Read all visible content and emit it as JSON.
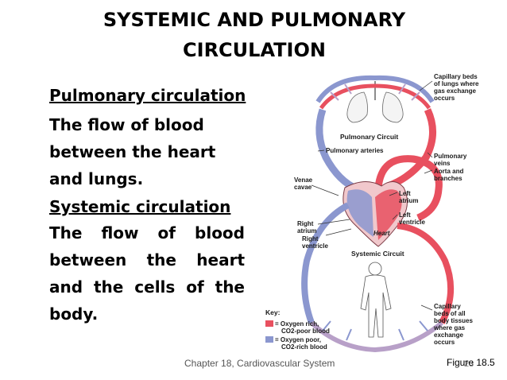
{
  "slide": {
    "title_line1": "SYSTEMIC AND PULMONARY",
    "title_line2": "CIRCULATION",
    "pulmonary_heading": "Pulmonary circulation",
    "pulmonary_text": "The flow of blood between the heart and lungs.",
    "systemic_heading": "Systemic  circulation",
    "systemic_text": "The flow of blood between the heart and the cells of the body.",
    "footer": "Chapter 18, Cardiovascular System",
    "page_number": "23",
    "figure_ref": "Figure 18.5"
  },
  "diagram": {
    "labels": {
      "capillary_lungs_1": "Capillary beds",
      "capillary_lungs_2": "of lungs where",
      "capillary_lungs_3": "gas exchange",
      "capillary_lungs_4": "occurs",
      "pulmonary_circuit": "Pulmonary Circuit",
      "pulmonary_arteries": "Pulmonary arteries",
      "pulmonary_veins_1": "Pulmonary",
      "pulmonary_veins_2": "veins",
      "aorta_1": "Aorta and",
      "aorta_2": "branches",
      "venae_cavae_1": "Venae",
      "venae_cavae_2": "cavae",
      "left_atrium_1": "Left",
      "left_atrium_2": "atrium",
      "left_ventricle_1": "Left",
      "left_ventricle_2": "ventricle",
      "right_atrium_1": "Right",
      "right_atrium_2": "atrium",
      "right_ventricle_1": "Right",
      "right_ventricle_2": "ventricle",
      "heart": "Heart",
      "systemic_circuit": "Systemic Circuit",
      "capillary_body_1": "Capillary",
      "capillary_body_2": "beds of all",
      "capillary_body_3": "body tissues",
      "capillary_body_4": "where gas",
      "capillary_body_5": "exchange",
      "capillary_body_6": "occurs"
    },
    "key": {
      "title": "Key:",
      "rich_1": "= Oxygen rich,",
      "rich_2": "CO2-poor blood",
      "poor_1": "= Oxygen poor,",
      "poor_2": "CO2-rich blood"
    },
    "colors": {
      "oxygen_rich": "#e8505f",
      "oxygen_poor": "#8b97cf"
    }
  }
}
